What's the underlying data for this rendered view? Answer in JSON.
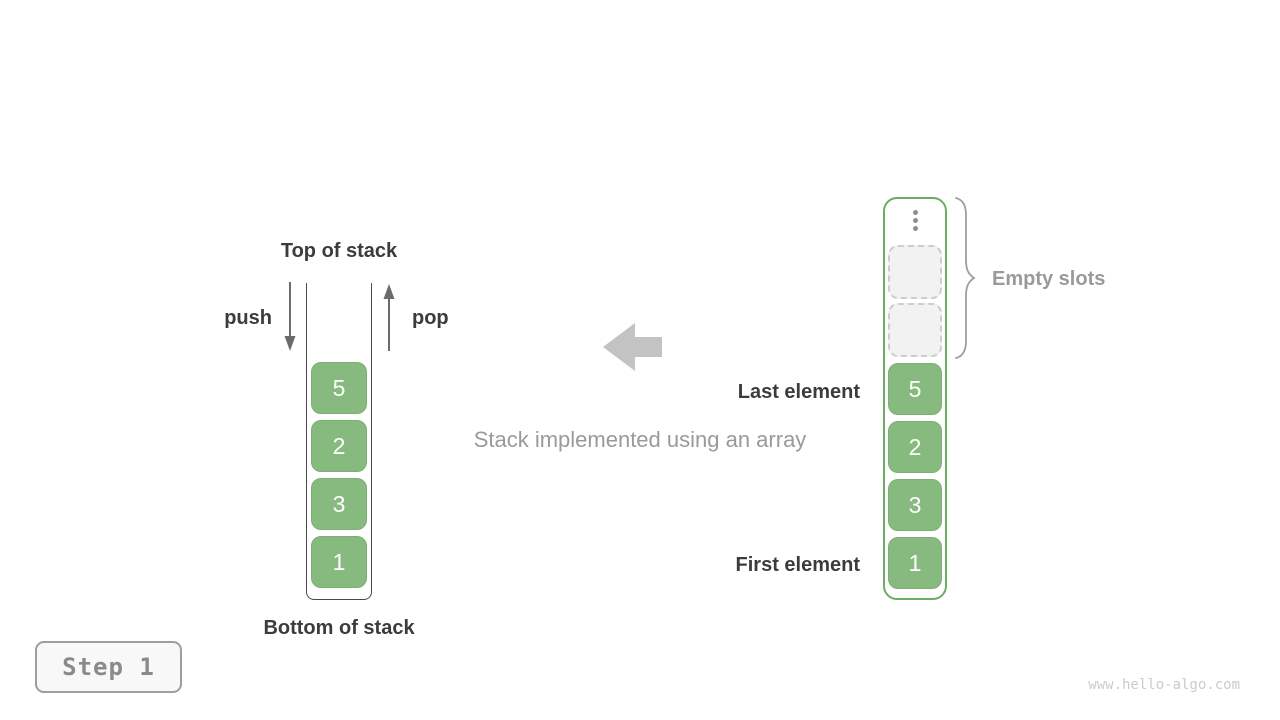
{
  "colors": {
    "block_green": "#87BA7E",
    "block_green_border": "#7DAF74",
    "array_border_green": "#6CAD64",
    "dark_text": "#3C3C3C",
    "gray_text": "#9A9A9A",
    "big_arrow_gray": "#C3C3C3",
    "push_pop_arrow_gray": "#6B6B6B",
    "empty_slot_bg": "#F2F2F2",
    "empty_slot_border": "#CDCDCD",
    "brace_gray": "#9E9E9E",
    "step_text": "#8A8A8A",
    "watermark_text": "#CBCBCB"
  },
  "left_stack": {
    "top_label": "Top of stack",
    "bottom_label": "Bottom of stack",
    "push_label": "push",
    "pop_label": "pop",
    "blocks": [
      "5",
      "2",
      "3",
      "1"
    ]
  },
  "center": {
    "caption": "Stack implemented using an array",
    "arrow_icon": "left-arrow"
  },
  "array_stack": {
    "last_element_label": "Last element",
    "first_element_label": "First element",
    "empty_slots_label": "Empty slots",
    "ellipsis_icon": "vertical-dots",
    "empty_slots_count": 2,
    "blocks": [
      "5",
      "2",
      "3",
      "1"
    ]
  },
  "step_badge": {
    "label": "Step 1"
  },
  "watermark": "www.hello-algo.com"
}
